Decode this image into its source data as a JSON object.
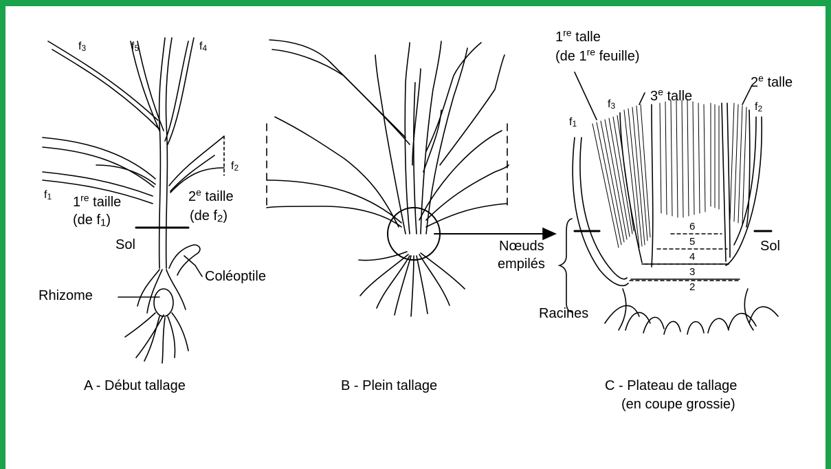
{
  "panels": {
    "a": {
      "caption": "A - Début tallage",
      "leaf_f1": "f",
      "leaf_f1_idx": "1",
      "leaf_f2": "f",
      "leaf_f2_idx": "2",
      "leaf_f3": "f",
      "leaf_f3_idx": "3",
      "leaf_f4": "f",
      "leaf_f4_idx": "4",
      "leaf_f5": "f",
      "leaf_f5_idx": "5",
      "tiller1_pre": "1",
      "tiller1_sup": "re",
      "tiller1_post": " taille",
      "tiller1_sub_pre": "(de f",
      "tiller1_sub_idx": "1",
      "tiller1_sub_post": ")",
      "tiller2_pre": "2",
      "tiller2_sup": "e",
      "tiller2_post": " taille",
      "tiller2_sub_pre": "(de f",
      "tiller2_sub_idx": "2",
      "tiller2_sub_post": ")",
      "soil": "Sol",
      "coleoptile": "Coléoptile",
      "rhizome": "Rhizome"
    },
    "b": {
      "caption": "B - Plein tallage"
    },
    "c": {
      "caption_line1": "C - Plateau de tallage",
      "caption_line2": "(en coupe grossie)",
      "t1_pre": "1",
      "t1_sup": "re",
      "t1_post": " talle",
      "t1_sub_pre": "(de 1",
      "t1_sub_sup": "re",
      "t1_sub_post": " feuille)",
      "t3_pre": "3",
      "t3_sup": "e",
      "t3_post": " talle",
      "t2_pre": "2",
      "t2_sup": "e",
      "t2_post": " talle",
      "leaf_f1": "f",
      "leaf_f1_idx": "1",
      "leaf_f2": "f",
      "leaf_f2_idx": "2",
      "leaf_f3": "f",
      "leaf_f3_idx": "3",
      "nodes_line1": "Nœuds",
      "nodes_line2": "empilés",
      "roots": "Racines",
      "soil": "Sol",
      "node_numbers": [
        "6",
        "5",
        "4",
        "3",
        "2"
      ]
    }
  },
  "colors": {
    "frame": "#1aa34a",
    "ink": "#000000"
  }
}
